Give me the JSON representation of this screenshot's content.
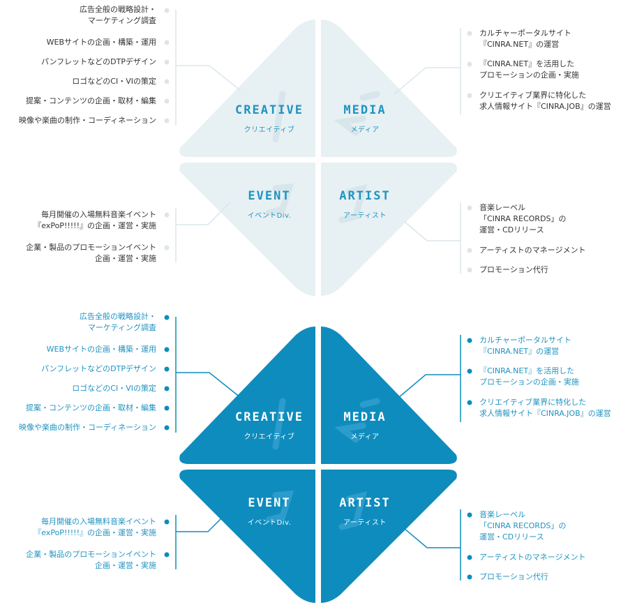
{
  "colors": {
    "muted_fill": "#e7f0f3",
    "active_fill": "#0e8cbd",
    "muted_line": "#dce6ea",
    "active_line": "#0e8cbd",
    "title_blue": "#1f93c1",
    "muted_text": "#333333"
  },
  "quadrants": {
    "creative": {
      "title": "CREATIVE",
      "subtitle": "クリエイティブ"
    },
    "media": {
      "title": "MEDIA",
      "subtitle": "メディア"
    },
    "event": {
      "title": "EVENT",
      "subtitle": "イベントDiv."
    },
    "artist": {
      "title": "ARTIST",
      "subtitle": "アーティスト"
    }
  },
  "lists": {
    "creative": [
      "広告全般の戦略設計・\nマーケティング調査",
      "WEBサイトの企画・構築・運用",
      "パンフレットなどのDTPデザイン",
      "ロゴなどのCI・VIの策定",
      "提案・コンテンツの企画・取材・編集",
      "映像や楽曲の制作・コーディネーション"
    ],
    "media": [
      "カルチャーポータルサイト\n『CINRA.NET』の運営",
      "『CINRA.NET』を活用した\nプロモーションの企画・実施",
      "クリエイティブ業界に特化した\n求人情報サイト『CINRA.JOB』の運営"
    ],
    "event": [
      "毎月開催の入場無料音楽イベント\n『exPoP!!!!!』の企画・運営・実施",
      "企業・製品のプロモーションイベント\n企画・運営・実施"
    ],
    "artist": [
      "音楽レーベル\n「CINRA RECORDS」の\n運営・CDリリース",
      "アーティストのマネージメント",
      "プロモーション代行"
    ]
  }
}
